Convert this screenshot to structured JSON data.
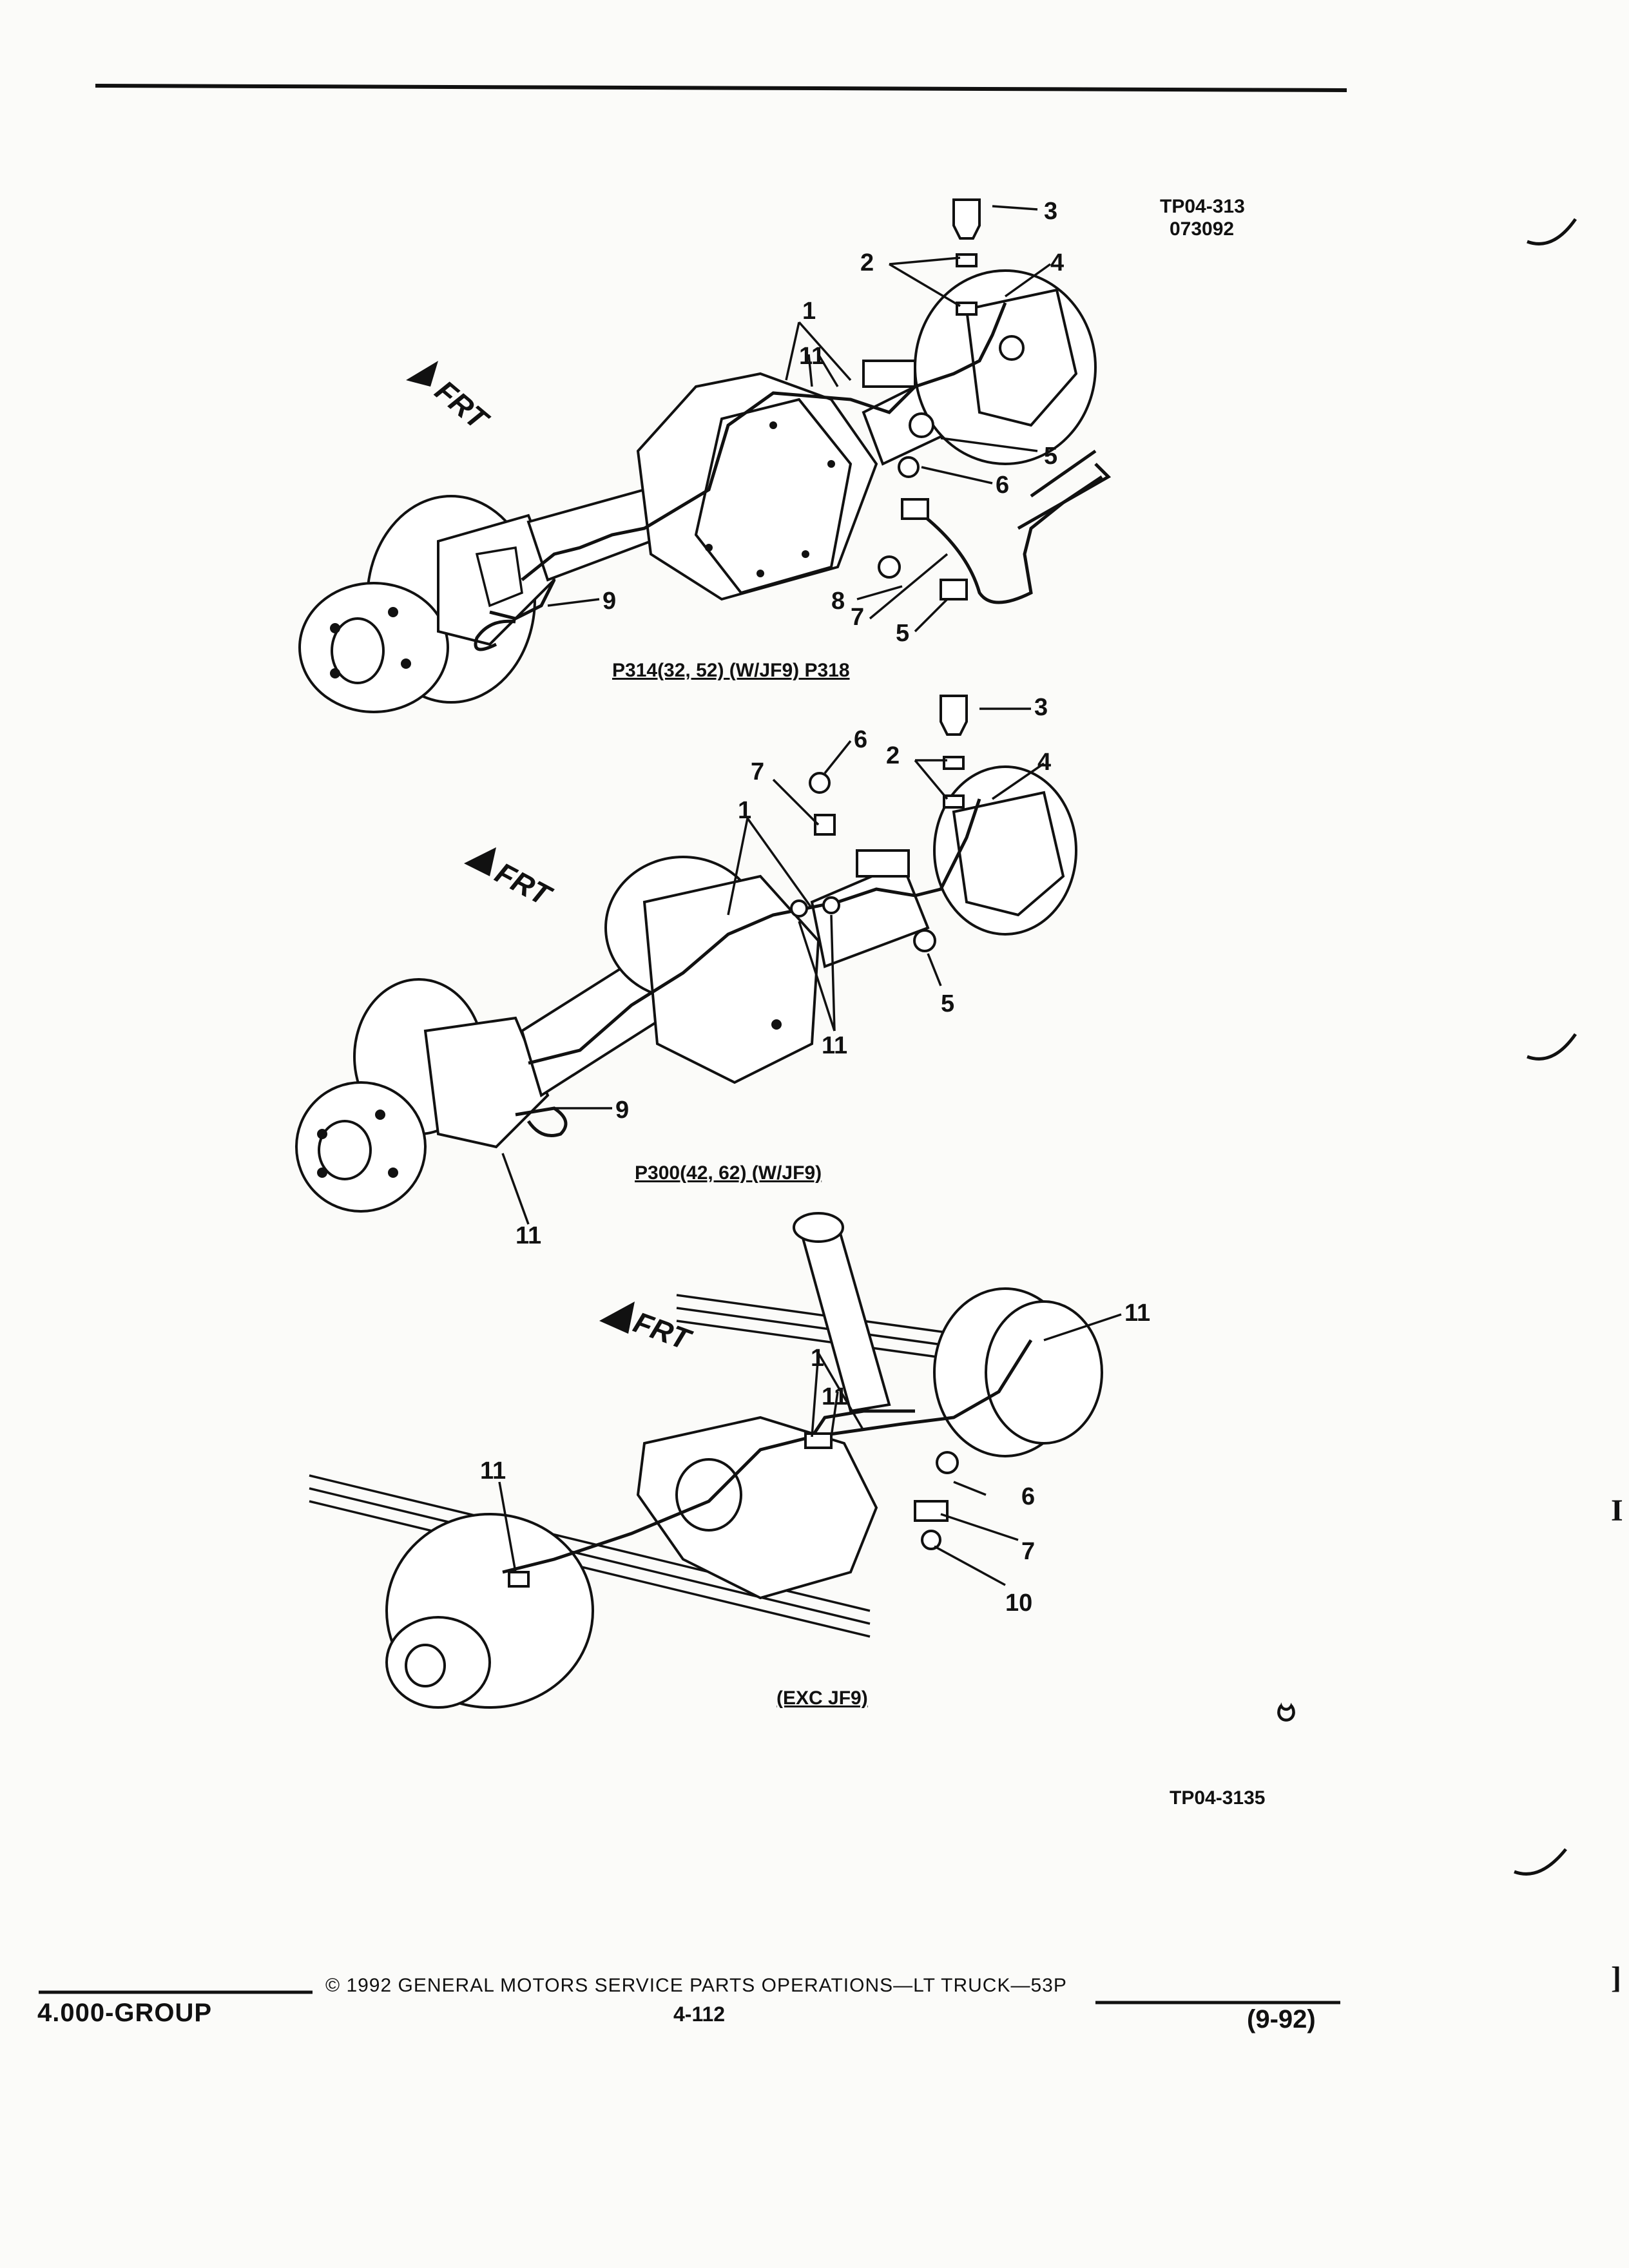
{
  "references": {
    "top_code": "TP04-313",
    "top_date": "073092",
    "bottom_code": "TP04-3135"
  },
  "direction_label": "FRT",
  "figures": [
    {
      "caption": "P314(32, 52) (W/JF9) P318",
      "callouts": [
        "1",
        "2",
        "3",
        "4",
        "5",
        "5",
        "6",
        "7",
        "8",
        "9",
        "11"
      ]
    },
    {
      "caption": "P300(42, 62) (W/JF9)",
      "callouts": [
        "1",
        "2",
        "3",
        "4",
        "5",
        "6",
        "7",
        "9",
        "11",
        "11"
      ]
    },
    {
      "caption": "(EXC JF9)",
      "callouts": [
        "1",
        "6",
        "7",
        "10",
        "11",
        "11",
        "11"
      ]
    }
  ],
  "footer": {
    "group": "4.000-GROUP",
    "copyright": "© 1992 GENERAL MOTORS SERVICE PARTS OPERATIONS—LT TRUCK—53P",
    "page_number": "4-112",
    "date": "(9-92)"
  },
  "margin_marks": [
    "I",
    "]"
  ]
}
